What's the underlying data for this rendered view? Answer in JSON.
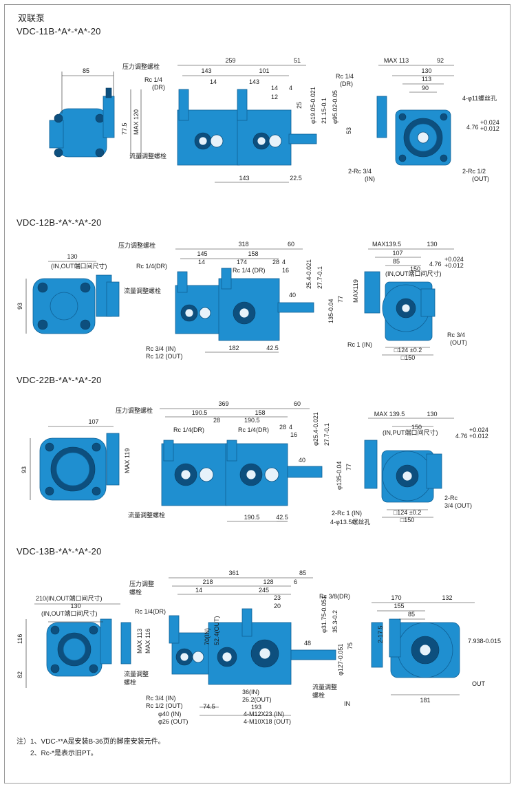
{
  "title": "双联泵",
  "colors": {
    "pump_body": "#1f8fd0",
    "pump_dark": "#0d4f7e",
    "line": "#222222"
  },
  "sections": [
    {
      "model": "VDC-11B-*A*-*A*-20",
      "side": {
        "labels": [
          "85",
          "压力调整螺栓",
          "77.5",
          "MAX 120",
          "流量调整螺栓"
        ]
      },
      "front": {
        "labels": [
          "259",
          "143",
          "101",
          "51",
          "14",
          "143",
          "Rc 1/4",
          "(DR)",
          "Rc 1/4",
          "(DR)",
          "14",
          "12",
          "4",
          "25",
          "53",
          "143",
          "22.5"
        ],
        "vlabels": [
          "φ19.05-0.021",
          "21.15-0.1",
          "φ95.02-0.05"
        ]
      },
      "end": {
        "labels": [
          "MAX 113",
          "92",
          "130",
          "113",
          "90",
          "4-φ11螺丝孔",
          "4.76",
          "+0.024",
          "+0.012",
          "2-Rc 3/4",
          "(IN)",
          "2-Rc 1/2",
          "(OUT)"
        ]
      }
    },
    {
      "model": "VDC-12B-*A*-*A*-20",
      "side": {
        "labels": [
          "130",
          "(IN,OUT端口间尺寸)",
          "压力调整螺栓",
          "93",
          "流量调整螺栓"
        ]
      },
      "front": {
        "labels": [
          "318",
          "60",
          "145",
          "158",
          "14",
          "174",
          "28",
          "4",
          "Rc 1/4(DR)",
          "Rc 1/4 (DR)",
          "16",
          "40",
          "77",
          "182",
          "42.5",
          "Rc 3/4 (IN)",
          "Rc 1/2 (OUT)"
        ],
        "vlabels": [
          "25.4-0.021",
          "27.7-0.1",
          "135-0.04"
        ]
      },
      "end": {
        "labels": [
          "MAX139.5",
          "130",
          "107",
          "85",
          "150",
          "(IN,OUT端口间尺寸)",
          "4.76",
          "+0.024",
          "+0.012",
          "MAX119",
          "Rc 1 (IN)",
          "Rc 3/4",
          "(OUT)",
          "□124 ±0.2",
          "□150"
        ]
      }
    },
    {
      "model": "VDC-22B-*A*-*A*-20",
      "side": {
        "labels": [
          "107",
          "压力调整螺栓",
          "MAX 119",
          "93",
          "流量调整螺栓"
        ]
      },
      "front": {
        "labels": [
          "369",
          "60",
          "190.5",
          "158",
          "28",
          "190.5",
          "Rc 1/4(DR)",
          "Rc 1/4(DR)",
          "28",
          "4",
          "16",
          "40",
          "77",
          "190.5",
          "42.5"
        ],
        "vlabels": [
          "φ25.4-0.021",
          "27.7-0.1",
          "φ135-0.04"
        ]
      },
      "end": {
        "labels": [
          "MAX 139.5",
          "130",
          "150",
          "(IN,PUT端口间尺寸)",
          "4.76",
          "+0.024",
          "+0.012",
          "2-Rc",
          "3/4 (OUT)",
          "2-Rc 1 (IN)",
          "4-φ13.5螺丝孔",
          "□124 ±0.2",
          "□150"
        ]
      }
    },
    {
      "model": "VDC-13B-*A*-*A*-20",
      "side": {
        "labels": [
          "压力调整",
          "螺栓",
          "210(IN,OUT端口间尺寸)",
          "130",
          "(IN,OUT端口间尺寸)",
          "116",
          "MAX 113",
          "MAX 116",
          "82",
          "流量调整",
          "螺栓"
        ]
      },
      "front": {
        "labels": [
          "361",
          "85",
          "218",
          "128",
          "6",
          "14",
          "245",
          "Rc 3/8(DR)",
          "23",
          "20",
          "Rc 1/4(DR)",
          "48",
          "Rc 3/4 (IN)",
          "Rc 1/2 (OUT)",
          "74.5",
          "φ40 (IN)",
          "φ26 (OUT)",
          "36(IN)",
          "26.2(OUT)",
          "193",
          "4-M12X23 (IN)",
          "4-M10X18 (OUT)",
          "流量调整",
          "螺栓"
        ],
        "vlabels": [
          "70(IN)",
          "52.4(OUT)",
          "φ31.75-0.051",
          "35.3-0.2",
          "φ127-0.051",
          "75"
        ]
      },
      "end": {
        "labels": [
          "170",
          "132",
          "155",
          "85",
          "2-17.5",
          "7.938-0.015",
          "OUT",
          "IN",
          "181"
        ]
      }
    }
  ],
  "notes": [
    "注）1、VDC-**A是安装B-36页的脚座安装元件。",
    "2、Rc-*是表示旧PT。"
  ]
}
